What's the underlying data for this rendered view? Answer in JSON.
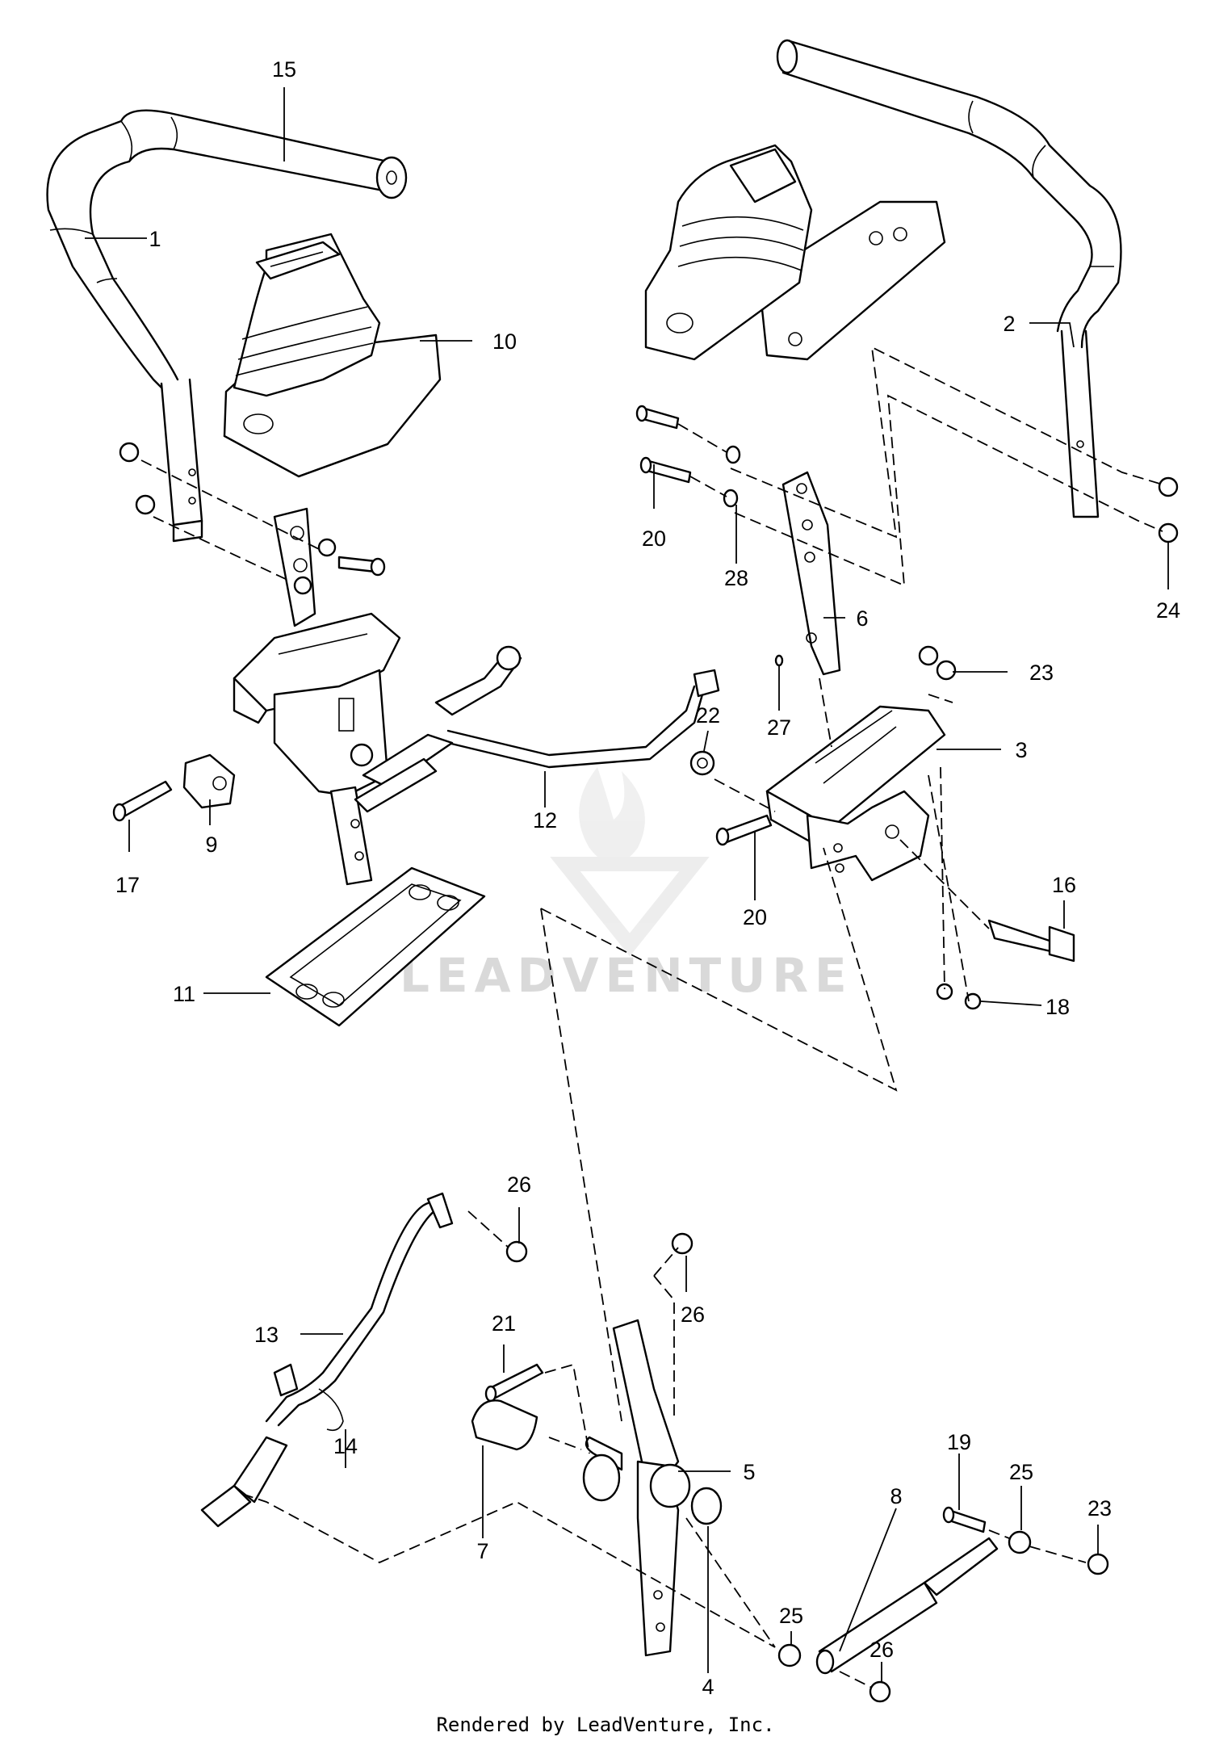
{
  "diagram": {
    "callouts": [
      "1",
      "2",
      "3",
      "4",
      "5",
      "6",
      "7",
      "8",
      "9",
      "10",
      "11",
      "12",
      "13",
      "14",
      "15",
      "16",
      "17",
      "18",
      "19",
      "20",
      "20",
      "21",
      "22",
      "23",
      "23",
      "24",
      "25",
      "25",
      "26",
      "26",
      "26",
      "27",
      "28"
    ],
    "watermark": "LEADVENTURE",
    "footer": "Rendered by LeadVenture, Inc."
  }
}
